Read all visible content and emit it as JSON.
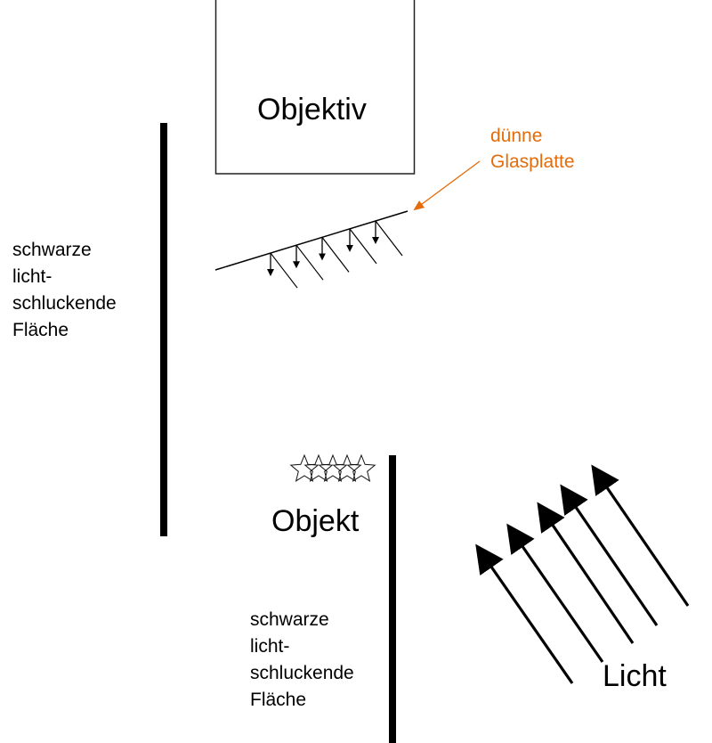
{
  "diagram": {
    "objective": {
      "label": "Objektiv"
    },
    "glass_plate": {
      "label_lines": [
        "dünne",
        "Glasplatte"
      ],
      "label_color": "#E46C0A",
      "reflected_rays": 5
    },
    "absorber_top": {
      "label_lines": [
        "schwarze",
        "licht-",
        "schluckende",
        "Fläche"
      ]
    },
    "absorber_bottom": {
      "label_lines": [
        "schwarze",
        "licht-",
        "schluckende",
        "Fläche"
      ]
    },
    "object": {
      "label": "Objekt",
      "star_count": 5
    },
    "light": {
      "label": "Licht",
      "ray_count": 5
    },
    "colors": {
      "line": "#000000",
      "annotation": "#E46C0A",
      "background": "#ffffff"
    }
  }
}
